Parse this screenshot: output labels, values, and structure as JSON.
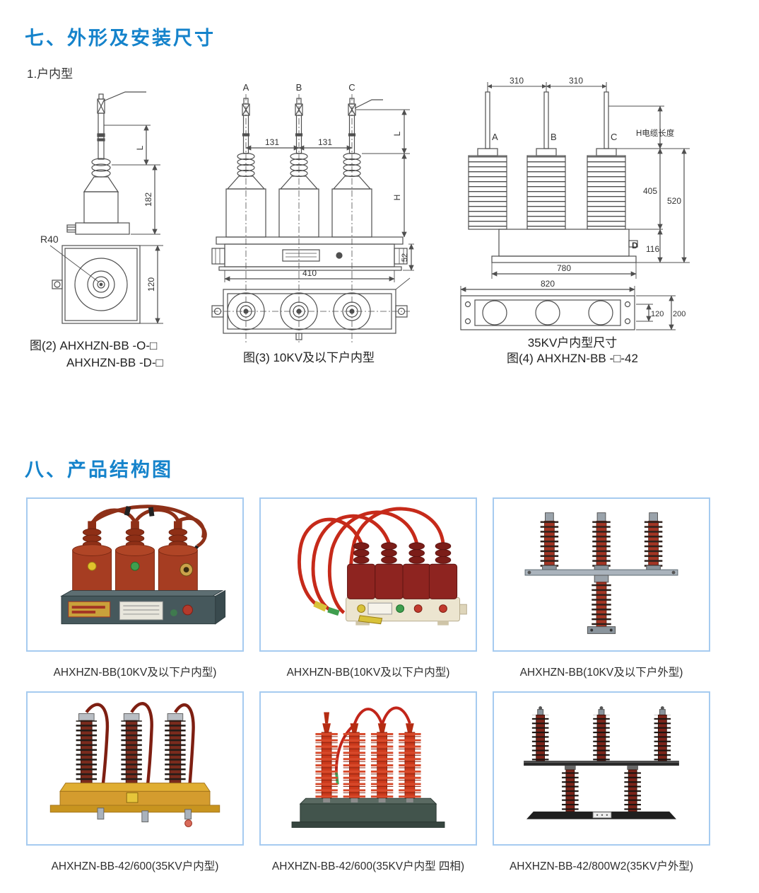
{
  "page": {
    "accent_color": "#1583cb",
    "card_border_color": "#a6cbf0"
  },
  "section7": {
    "title": "七、外形及安装尺寸",
    "subtitle": "1.户内型",
    "fig2": {
      "caption_line1": "图(2) AHXHZN-BB -O-□",
      "caption_line2": "AHXHZN-BB -D-□",
      "dims": {
        "L": "L",
        "h182": "182",
        "r40": "R40",
        "w120": "120"
      }
    },
    "fig3": {
      "caption": "图(3) 10KV及以下户内型",
      "labels": {
        "a": "A",
        "b": "B",
        "c": "C"
      },
      "dims": {
        "s131a": "131",
        "s131b": "131",
        "L": "L",
        "H": "H",
        "h52": "52",
        "w410": "410"
      }
    },
    "fig4": {
      "caption_line1": "35KV户内型尺寸",
      "caption_line2": "图(4) AHXHZN-BB -□-42",
      "labels": {
        "a": "A",
        "b": "B",
        "c": "C"
      },
      "dims": {
        "s310a": "310",
        "s310b": "310",
        "cable_len": "H电缆长度",
        "h405": "405",
        "h520": "520",
        "h116": "116",
        "d": "D",
        "w780": "780",
        "w820": "820",
        "h120": "120",
        "h200": "200"
      }
    }
  },
  "section8": {
    "title": "八、产品结构图",
    "products": [
      {
        "caption": "AHXHZN-BB(10KV及以下户内型)"
      },
      {
        "caption": "AHXHZN-BB(10KV及以下户内型)"
      },
      {
        "caption": "AHXHZN-BB(10KV及以下户外型)"
      },
      {
        "caption": "AHXHZN-BB-42/600(35KV户内型)"
      },
      {
        "caption": "AHXHZN-BB-42/600(35KV户内型 四相)"
      },
      {
        "caption": "AHXHZN-BB-42/800W2(35KV户外型)"
      }
    ]
  }
}
